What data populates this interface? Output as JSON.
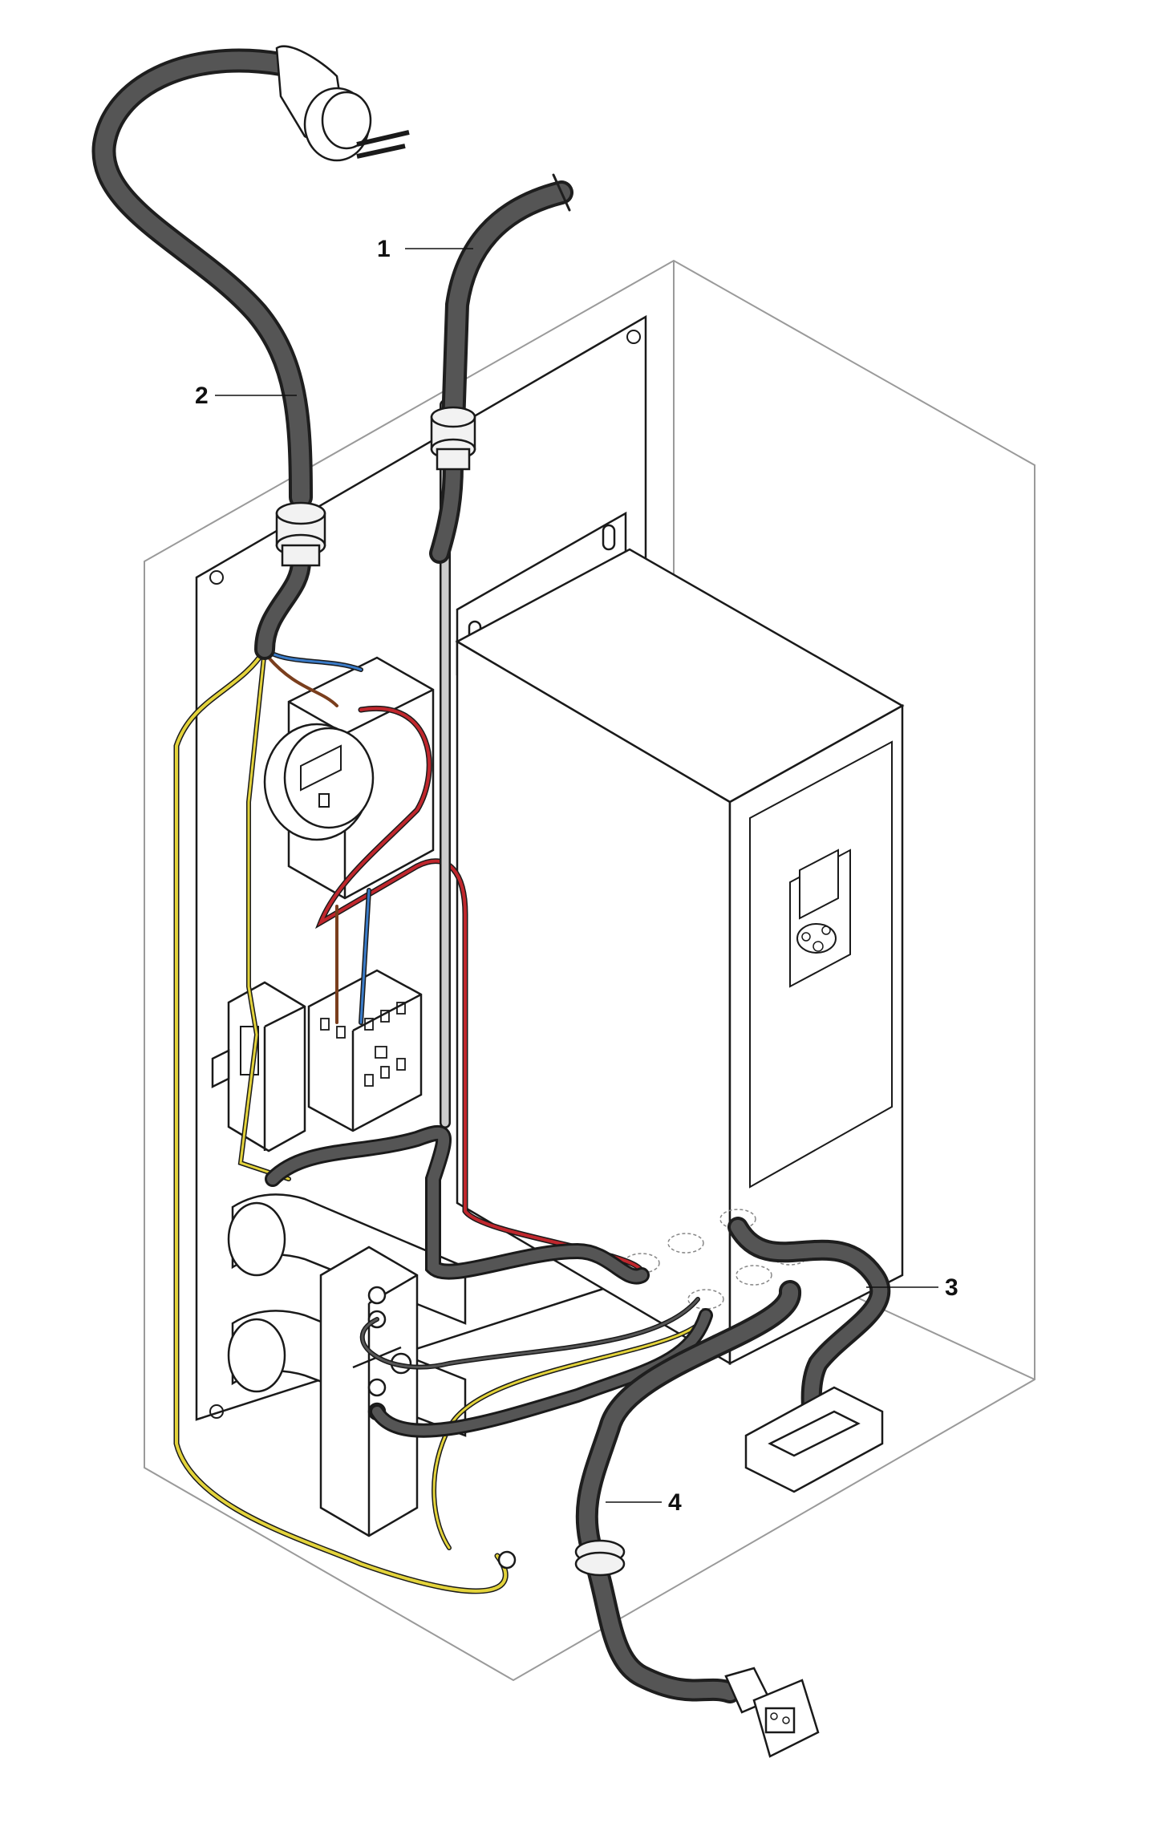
{
  "callouts": {
    "label_1": "1",
    "label_2": "2",
    "label_3": "3",
    "label_4": "4"
  },
  "colors": {
    "cable": "#555555",
    "cable_outline": "#1e1e1e",
    "earth_wire": "#e3d33b",
    "live_wire": "#c0272d",
    "neutral_wire": "#3a7bc8",
    "brown_wire": "#7a3e1d",
    "gland": "#f2f2f2",
    "enclosure_line": "#9a9a9a",
    "component_fill": "#ffffff",
    "line": "#1a1a1a"
  }
}
